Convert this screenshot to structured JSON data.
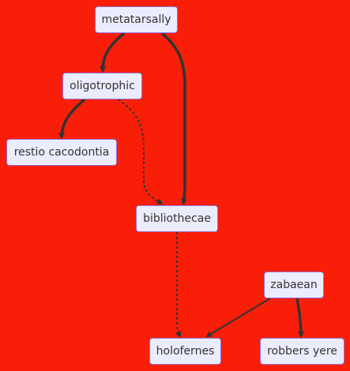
{
  "nodes": {
    "metatarsally": "metatarsally",
    "oligotrophic": "oligotrophic",
    "restio": "restio cacodontia",
    "bibliothecae": "bibliothecae",
    "zabaean": "zabaean",
    "holofernes": "holofernes",
    "robbers": "robbers yere"
  },
  "edges": [
    {
      "from": "metatarsally",
      "to": "oligotrophic",
      "style": "thick"
    },
    {
      "from": "metatarsally",
      "to": "bibliothecae",
      "style": "thick"
    },
    {
      "from": "oligotrophic",
      "to": "restio",
      "style": "thick"
    },
    {
      "from": "oligotrophic",
      "to": "bibliothecae",
      "style": "dotted"
    },
    {
      "from": "bibliothecae",
      "to": "holofernes",
      "style": "dotted"
    },
    {
      "from": "zabaean",
      "to": "holofernes",
      "style": "normal"
    },
    {
      "from": "zabaean",
      "to": "robbers",
      "style": "thick"
    }
  ],
  "colors": {
    "background": "#f91e08",
    "node_fill": "#ececff",
    "node_border": "#9370db",
    "edge": "#333333",
    "text": "#333333"
  }
}
